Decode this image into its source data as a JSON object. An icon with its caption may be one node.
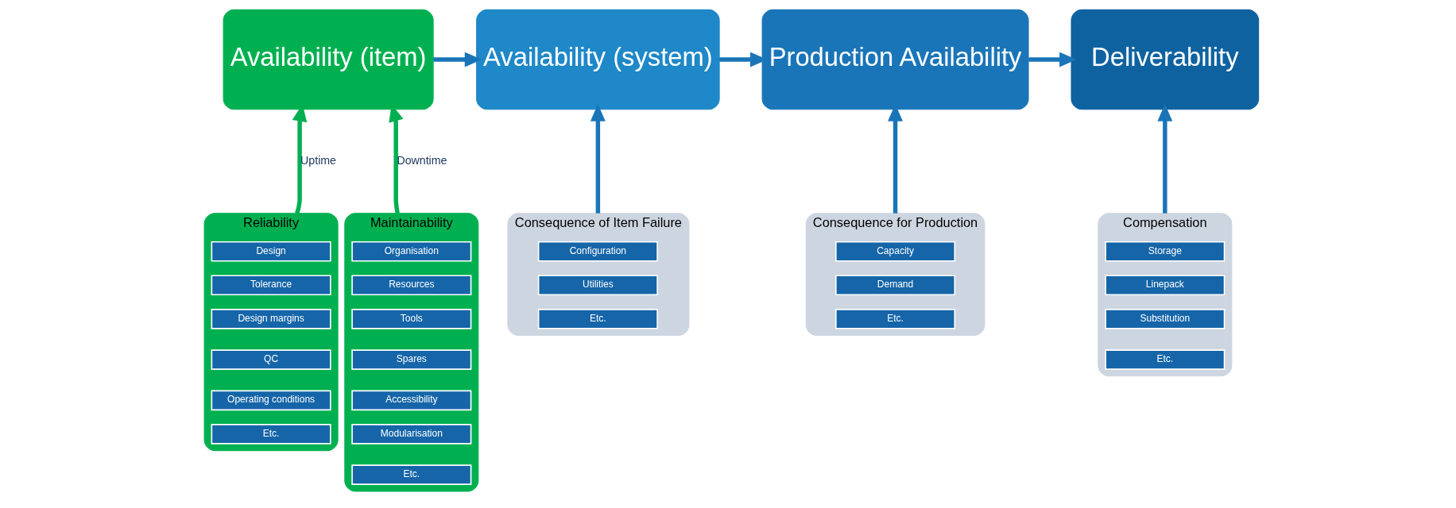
{
  "diagram": {
    "nodes": [
      {
        "text": [
          "Availability (item)"
        ]
      },
      {
        "text": [
          "Availability (system)"
        ]
      },
      {
        "text": [
          "Production Availability"
        ]
      },
      {
        "text": [
          "Deliverability"
        ]
      },
      {
        "text": [
          "Reliability"
        ]
      },
      {
        "text": [
          "Design"
        ],
        "in": 4
      },
      {
        "text": [
          "Tolerance"
        ],
        "in": 4
      },
      {
        "text": [
          "Design margins"
        ],
        "in": 4
      },
      {
        "text": [
          "QC"
        ],
        "in": 4
      },
      {
        "text": [
          "Operating conditions"
        ],
        "in": 4
      },
      {
        "text": [
          "Etc."
        ],
        "in": 4
      },
      {
        "text": [
          "Maintainability"
        ]
      },
      {
        "text": [
          "Organisation"
        ],
        "in": 11
      },
      {
        "text": [
          "Resources"
        ],
        "in": 11
      },
      {
        "text": [
          "Tools"
        ],
        "in": 11
      },
      {
        "text": [
          "Spares"
        ],
        "in": 11
      },
      {
        "text": [
          "Accessibility"
        ],
        "in": 11
      },
      {
        "text": [
          "Modularisation"
        ],
        "in": 11
      },
      {
        "text": [
          "Etc."
        ],
        "in": 11
      },
      {
        "text": [
          "Consequence of Item Failure"
        ]
      },
      {
        "text": [
          "Configuration"
        ],
        "in": 19
      },
      {
        "text": [
          "Utilities"
        ],
        "in": 19
      },
      {
        "text": [
          "Etc."
        ],
        "in": 19
      },
      {
        "text": [
          "Consequence for Production"
        ]
      },
      {
        "text": [
          "Capacity"
        ],
        "in": 23
      },
      {
        "text": [
          "Demand"
        ],
        "in": 23
      },
      {
        "text": [
          "Etc."
        ],
        "in": 23
      },
      {
        "text": [
          "Compensation"
        ]
      },
      {
        "text": [
          "Storage"
        ],
        "in": 27
      },
      {
        "text": [
          "Linepack"
        ],
        "in": 27
      },
      {
        "text": [
          "Substitution"
        ],
        "in": 27
      },
      {
        "text": [
          "Etc."
        ],
        "in": 27
      }
    ],
    "edges": [
      {
        "from": 0,
        "to": 1,
        "arrow": "to"
      },
      {
        "from": 1,
        "to": 2,
        "arrow": "to"
      },
      {
        "from": 2,
        "to": 3,
        "arrow": "to"
      },
      {
        "from": 4,
        "to": 0,
        "arrow": "to",
        "label": "Uptime",
        "color": "#00b050"
      },
      {
        "from": 11,
        "to": 0,
        "arrow": "to",
        "label": "Downtime",
        "color": "#00b050"
      },
      {
        "from": 19,
        "to": 1,
        "arrow": "to"
      },
      {
        "from": 23,
        "to": 2,
        "arrow": "to"
      },
      {
        "from": 27,
        "to": 3,
        "arrow": "to"
      }
    ]
  }
}
